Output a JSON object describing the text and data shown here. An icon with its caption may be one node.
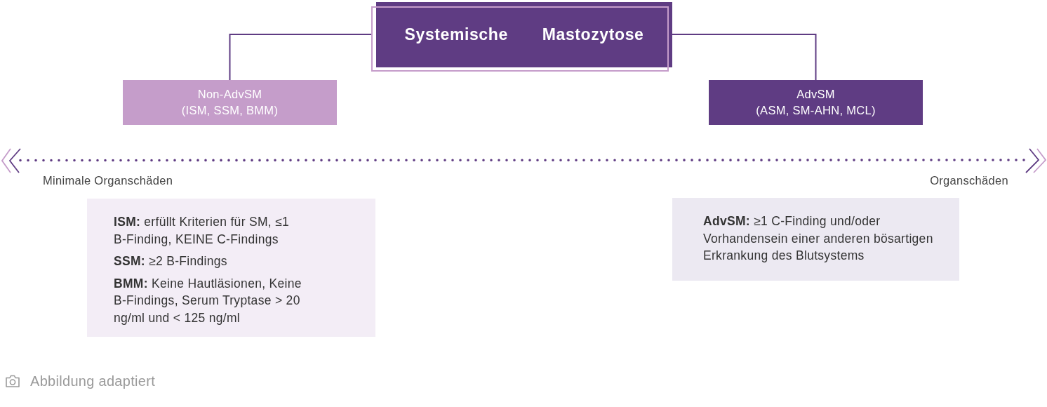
{
  "diagram": {
    "caption": "Abbildung adaptiert",
    "nodes": [
      {
        "text": [
          "Systemische Mastozytose"
        ]
      },
      {
        "text": [
          "Non-AdvSM",
          "(ISM, SSM, BMM)"
        ]
      },
      {
        "text": [
          "AdvSM",
          "(ASM, SM-AHN, MCL)"
        ]
      },
      {
        "text": [
          "**ISM:** erfüllt Kriterien für SM, ≤1 B-Finding, KEINE C-Findings",
          "**SSM:** ≥2 B-Findings",
          "**BMM:** Keine Hautläsionen, Keine B-Findings, Serum Tryptase > 20 ng/ml und < 125 ng/ml"
        ]
      },
      {
        "text": [
          "**AdvSM:** ≥1 C-Finding und/oder Vorhandensein einer anderen bösartigen Erkrankung des Blutsystems"
        ]
      }
    ],
    "edges": [
      {
        "from": 0,
        "to": 1,
        "arrow": "none"
      },
      {
        "from": 0,
        "to": 2,
        "arrow": "none"
      }
    ],
    "labels": [
      "Minimale Organschäden",
      "Organschäden"
    ]
  }
}
